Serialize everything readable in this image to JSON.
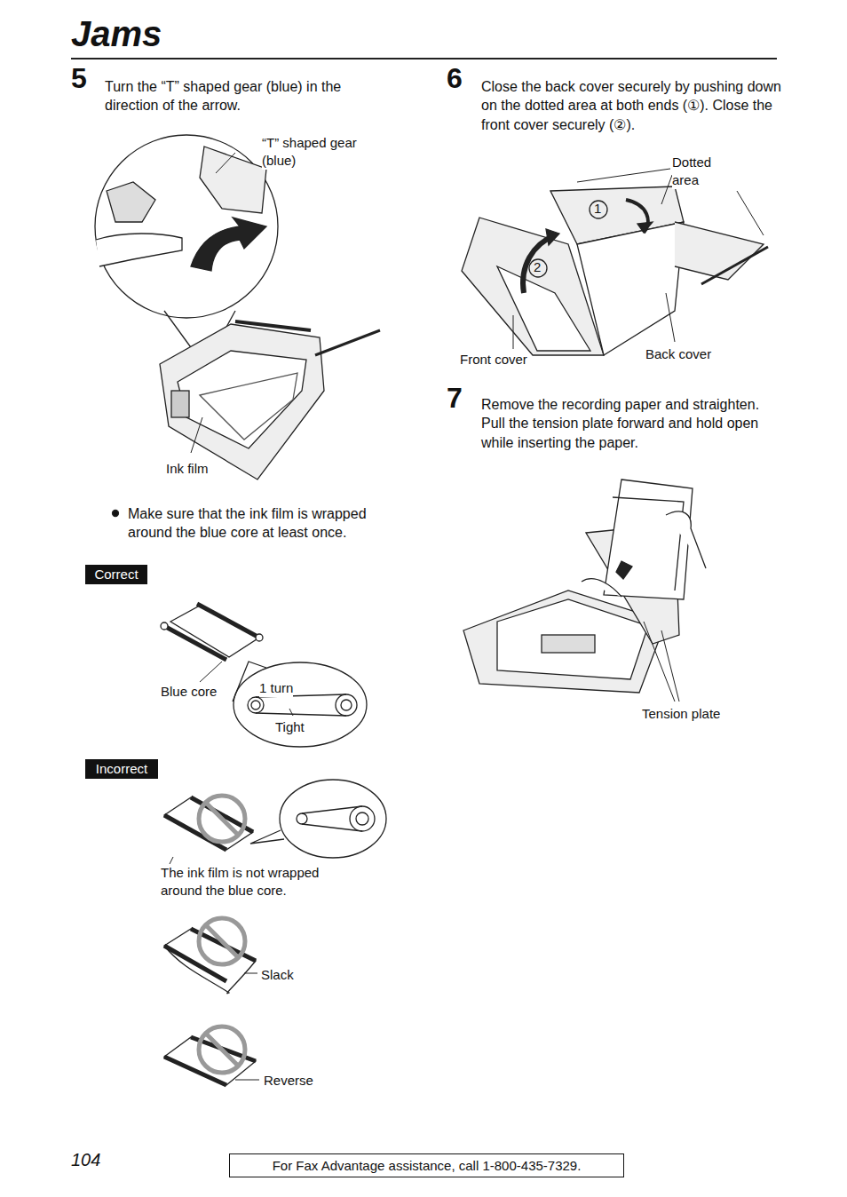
{
  "diagram": {
    "title": "Jams",
    "nodes": [
      {
        "text": [
          "Correct"
        ]
      },
      {
        "text": [
          "1 turn",
          "Tight"
        ]
      },
      {
        "text": [
          "Incorrect"
        ]
      },
      {
        "text": [
          "For Fax Advantage assistance, call 1-800-435-7329."
        ]
      }
    ],
    "labels": [
      "5",
      "Turn the “T” shaped gear (blue) in the direction of the arrow.",
      "“T” shaped gear (blue)",
      "Ink film",
      "Make sure that the ink film is wrapped around the blue core at least once.",
      "Blue core",
      "The ink film is not wrapped around the blue core.",
      "Slack",
      "Reverse",
      "6",
      "Close the back cover securely by pushing down on the dotted area at both ends (①). Close the front cover securely (②).",
      "Dotted area",
      "1",
      "2",
      "Front cover",
      "Back cover",
      "7",
      "Remove the recording paper and straighten. Pull the tension plate forward and hold open while inserting the paper.",
      "Tension plate",
      "104"
    ]
  }
}
